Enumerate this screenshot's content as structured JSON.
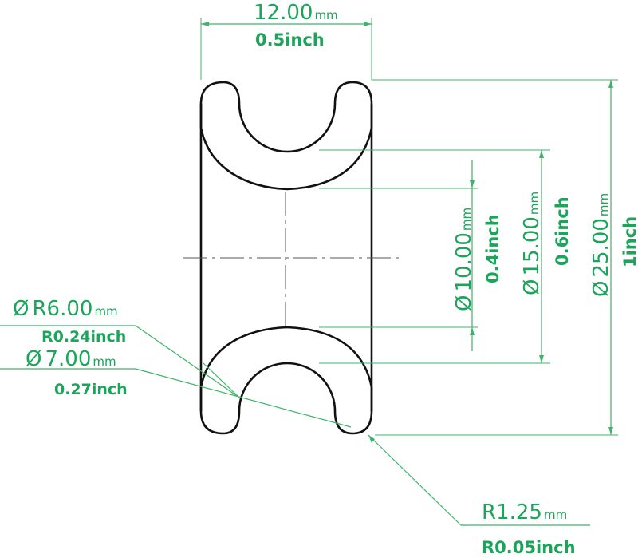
{
  "dimensions": {
    "width": {
      "value": "12.00",
      "unit": "mm",
      "inch": "0.5inch"
    },
    "inner_diameter": {
      "symbol": "Ø",
      "value": "10.00",
      "unit": "mm",
      "inch": "0.4inch"
    },
    "groove_diameter": {
      "symbol": "Ø",
      "value": "15.00",
      "unit": "mm",
      "inch": "0.6inch"
    },
    "outer_diameter": {
      "symbol": "Ø",
      "value": "25.00",
      "unit": "mm",
      "inch": "1inch"
    },
    "groove_radius": {
      "symbol": "Ø",
      "value": "R6.00",
      "unit": "mm",
      "inch": "R0.24inch"
    },
    "wire_diameter": {
      "symbol": "Ø",
      "value": "7.00",
      "unit": "mm",
      "inch": "0.27inch"
    },
    "edge_radius": {
      "value": "R1.25",
      "unit": "mm",
      "inch": "R0.05inch"
    }
  },
  "colors": {
    "dimension": "#1aa55a",
    "outline": "#111111",
    "hatch": "#555555"
  }
}
